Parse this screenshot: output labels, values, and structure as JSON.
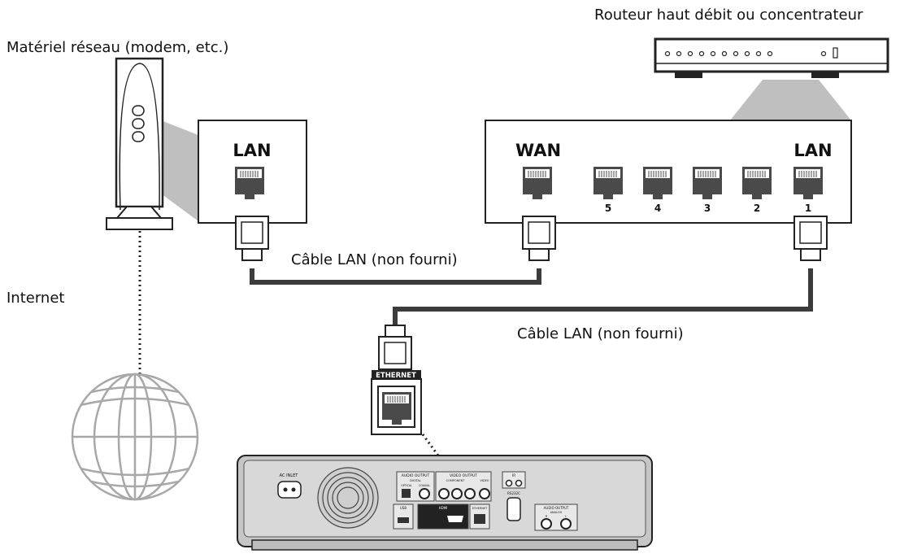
{
  "labels": {
    "router": "Routeur haut débit ou concentrateur",
    "modem": "Matériel réseau (modem, etc.)",
    "internet": "Internet",
    "cable_top": "Câble LAN (non fourni)",
    "cable_bottom": "Câble LAN (non fourni)"
  },
  "modem_panel": {
    "port_label": "LAN"
  },
  "router_panel": {
    "wan_label": "WAN",
    "lan_label": "LAN",
    "port_numbers": [
      "5",
      "4",
      "3",
      "2",
      "1"
    ]
  },
  "player_port_label": "ETHERNET",
  "player_rear": {
    "ac_inlet": "AC INLET",
    "audio_output": "AUDIO OUTPUT",
    "digital": "DIGITAL",
    "optical": "OPTICAL",
    "coaxial": "COAXIAL",
    "video_output": "VIDEO OUTPUT",
    "component": "COMPONENT",
    "video": "VIDEO",
    "ir": "IR",
    "rs232c": "RS232C",
    "usb": "USB",
    "hdmi": "HDMI",
    "ethernet": "ETHERNET",
    "audio_output_analog": "AUDIO OUTPUT",
    "analog": "ANALOG",
    "r": "R",
    "l": "L"
  },
  "colors": {
    "cable": "#444444",
    "panel_stroke": "#222222",
    "gray_fill": "#bfbfbf",
    "globe": "#a8a8a8"
  }
}
